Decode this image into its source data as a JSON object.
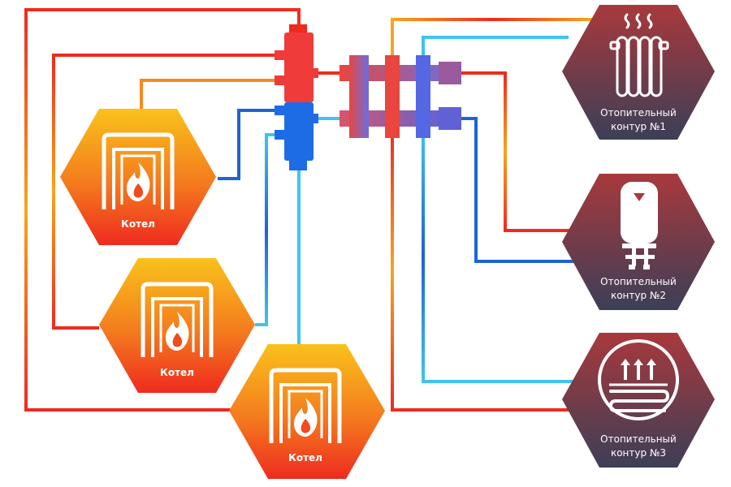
{
  "boilers": [
    {
      "label": "Котел",
      "icon": "boiler-flame-icon"
    },
    {
      "label": "Котел",
      "icon": "boiler-flame-icon"
    },
    {
      "label": "Котел",
      "icon": "boiler-flame-icon"
    }
  ],
  "circuits": [
    {
      "line1": "Отопительный",
      "line2": "контур  №1",
      "icon": "radiator-icon"
    },
    {
      "line1": "Отопительный",
      "line2": "контур  №2",
      "icon": "water-heater-icon"
    },
    {
      "line1": "Отопительный",
      "line2": "контур  №3",
      "icon": "floor-heating-icon"
    }
  ],
  "colors": {
    "supply_hot": "#ef2a1f",
    "supply_warm": "#f7a51c",
    "return_cold": "#1f63d6",
    "return_light": "#3fc4ee",
    "circuit_top": "#a33a3e",
    "circuit_bottom": "#3e3f56",
    "boiler_top": "#f9c21b",
    "boiler_bottom": "#ee2b1f"
  }
}
